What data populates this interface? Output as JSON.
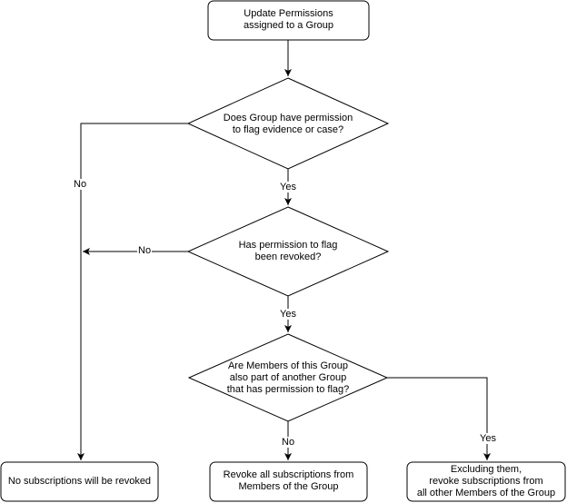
{
  "nodes": {
    "start": {
      "text": "Update Permissions\nassigned to a Group"
    },
    "decision_group_permission": {
      "text": "Does Group have permission\nto flag evidence or case?"
    },
    "decision_revoked": {
      "text": "Has permission to flag\nbeen revoked?"
    },
    "decision_members": {
      "text": "Are Members of this Group\nalso part of another Group\nthat has permission to flag?"
    },
    "outcome_no_revoke": {
      "text": "No subscriptions will be revoked"
    },
    "outcome_revoke_all": {
      "text": "Revoke all subscriptions from\nMembers of the Group"
    },
    "outcome_revoke_others": {
      "text": "Excluding them,\nrevoke subscriptions from\nall other Members of the Group"
    }
  },
  "edges": {
    "d1_no": "No",
    "d1_yes": "Yes",
    "d2_no": "No",
    "d2_yes": "Yes",
    "d3_no": "No",
    "d3_yes": "Yes"
  }
}
